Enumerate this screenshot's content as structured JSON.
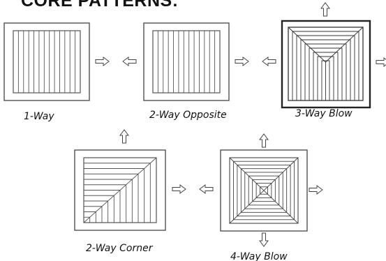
{
  "heading": "CORE PATTERNS:",
  "patterns": [
    {
      "id": "one-way",
      "label": "1-Way"
    },
    {
      "id": "two-way-opposite",
      "label": "2-Way Opposite"
    },
    {
      "id": "three-way-blow",
      "label": "3-Way Blow"
    },
    {
      "id": "two-way-corner",
      "label": "2-Way Corner"
    },
    {
      "id": "four-way-blow",
      "label": "4-Way Blow"
    }
  ]
}
